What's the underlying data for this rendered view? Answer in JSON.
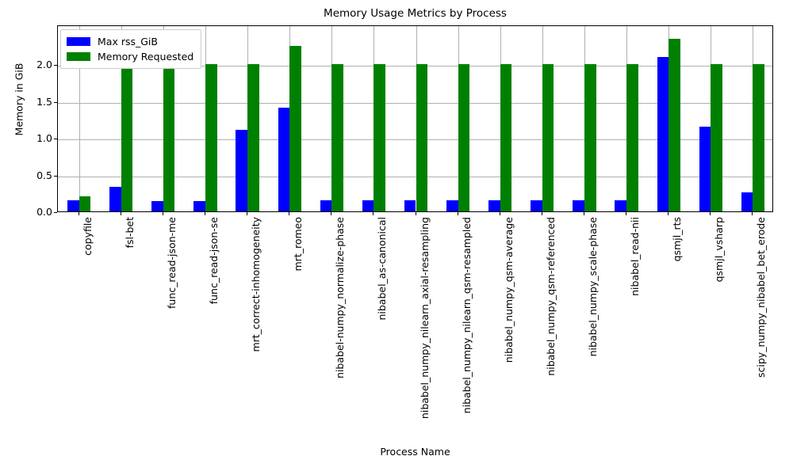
{
  "chart_data": {
    "type": "bar",
    "title": "Memory Usage Metrics by Process",
    "xlabel": "Process Name",
    "ylabel": "Memory in GiB",
    "grid": true,
    "legend_position": "upper left",
    "ylim": [
      0.0,
      2.54
    ],
    "yticks": [
      0.0,
      0.5,
      1.0,
      1.5,
      2.0
    ],
    "ytick_labels": [
      "0.0",
      "0.5",
      "1.0",
      "1.5",
      "2.0"
    ],
    "categories": [
      "copyfile",
      "fsl-bet",
      "func_read-json-me",
      "func_read-json-se",
      "mrt_correct-inhomogeneity",
      "mrt_romeo",
      "nibabel-numpy_normalize-phase",
      "nibabel_as-canonical",
      "nibabel_numpy_nilearn_axial-resampling",
      "nibabel_numpy_nilearn_qsm-resampled",
      "nibabel_numpy_qsm-average",
      "nibabel_numpy_qsm-referenced",
      "nibabel_numpy_scale-phase",
      "nibabel_read-nii",
      "qsmjl_rts",
      "qsmjl_vsharp",
      "scipy_numpy_nibabel_bet_erode"
    ],
    "series": [
      {
        "name": "Max rss_GiB",
        "color": "#0000ff",
        "values": [
          0.15,
          0.33,
          0.14,
          0.14,
          1.11,
          1.41,
          0.15,
          0.15,
          0.15,
          0.15,
          0.15,
          0.15,
          0.15,
          0.15,
          2.1,
          1.15,
          0.26
        ]
      },
      {
        "name": "Memory Requested",
        "color": "#008000",
        "values": [
          0.2,
          2.0,
          2.0,
          2.0,
          2.0,
          2.25,
          2.0,
          2.0,
          2.0,
          2.0,
          2.0,
          2.0,
          2.0,
          2.0,
          2.35,
          2.0,
          2.0
        ]
      }
    ]
  }
}
